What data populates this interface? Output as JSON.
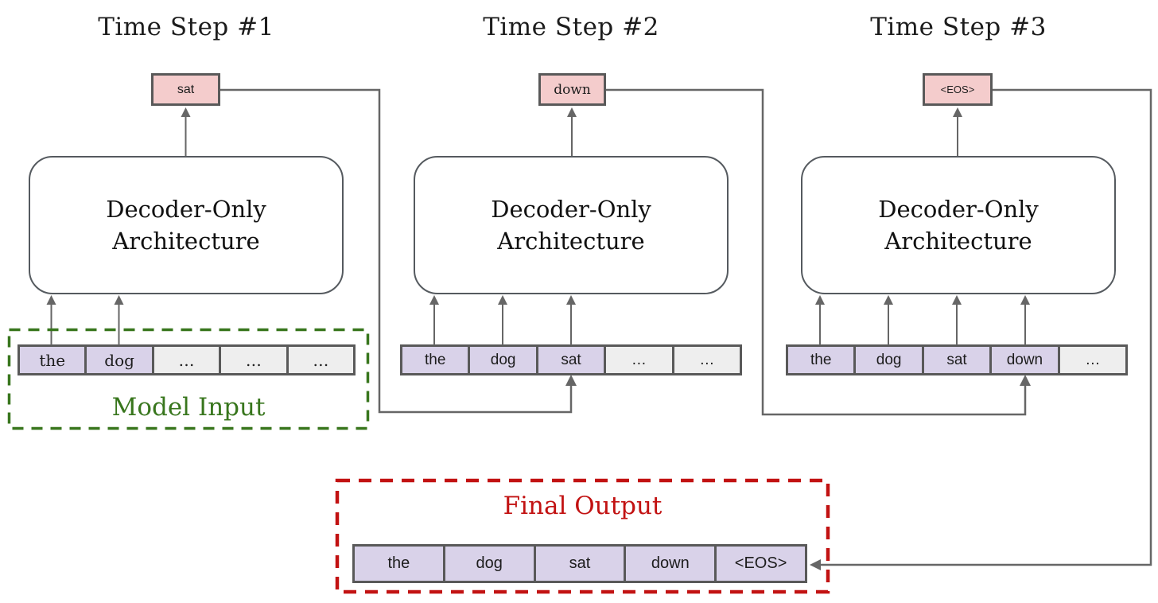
{
  "diagram": {
    "kind": "decoder-only autoregressive generation over three time steps",
    "colors": {
      "output_box_fill": "#f4cccc",
      "token_filled_fill": "#d9d2e9",
      "token_empty_fill": "#eeeeee",
      "box_border": "#595959",
      "connector_line": "#666666",
      "model_input_accent": "#38761d",
      "final_output_accent": "#c21212",
      "text": "#1c1c1c"
    },
    "steps": [
      {
        "title": "Time Step #1",
        "output_token": "sat",
        "decoder_label": "Decoder-Only Architecture",
        "tokens": [
          {
            "label": "the",
            "filled": true
          },
          {
            "label": "dog",
            "filled": true
          },
          {
            "label": "…",
            "filled": false
          },
          {
            "label": "…",
            "filled": false
          },
          {
            "label": "…",
            "filled": false
          }
        ]
      },
      {
        "title": "Time Step #2",
        "output_token": "down",
        "decoder_label": "Decoder-Only Architecture",
        "tokens": [
          {
            "label": "the",
            "filled": true
          },
          {
            "label": "dog",
            "filled": true
          },
          {
            "label": "sat",
            "filled": true
          },
          {
            "label": "…",
            "filled": false
          },
          {
            "label": "…",
            "filled": false
          }
        ]
      },
      {
        "title": "Time Step #3",
        "output_token": "<EOS>",
        "decoder_label": "Decoder-Only Architecture",
        "tokens": [
          {
            "label": "the",
            "filled": true
          },
          {
            "label": "dog",
            "filled": true
          },
          {
            "label": "sat",
            "filled": true
          },
          {
            "label": "down",
            "filled": true
          },
          {
            "label": "…",
            "filled": false
          }
        ]
      }
    ],
    "model_input": {
      "label": "Model Input"
    },
    "final_output": {
      "label": "Final Output",
      "tokens": [
        {
          "label": "the",
          "filled": true
        },
        {
          "label": "dog",
          "filled": true
        },
        {
          "label": "sat",
          "filled": true
        },
        {
          "label": "down",
          "filled": true
        },
        {
          "label": "<EOS>",
          "filled": true
        }
      ]
    }
  }
}
